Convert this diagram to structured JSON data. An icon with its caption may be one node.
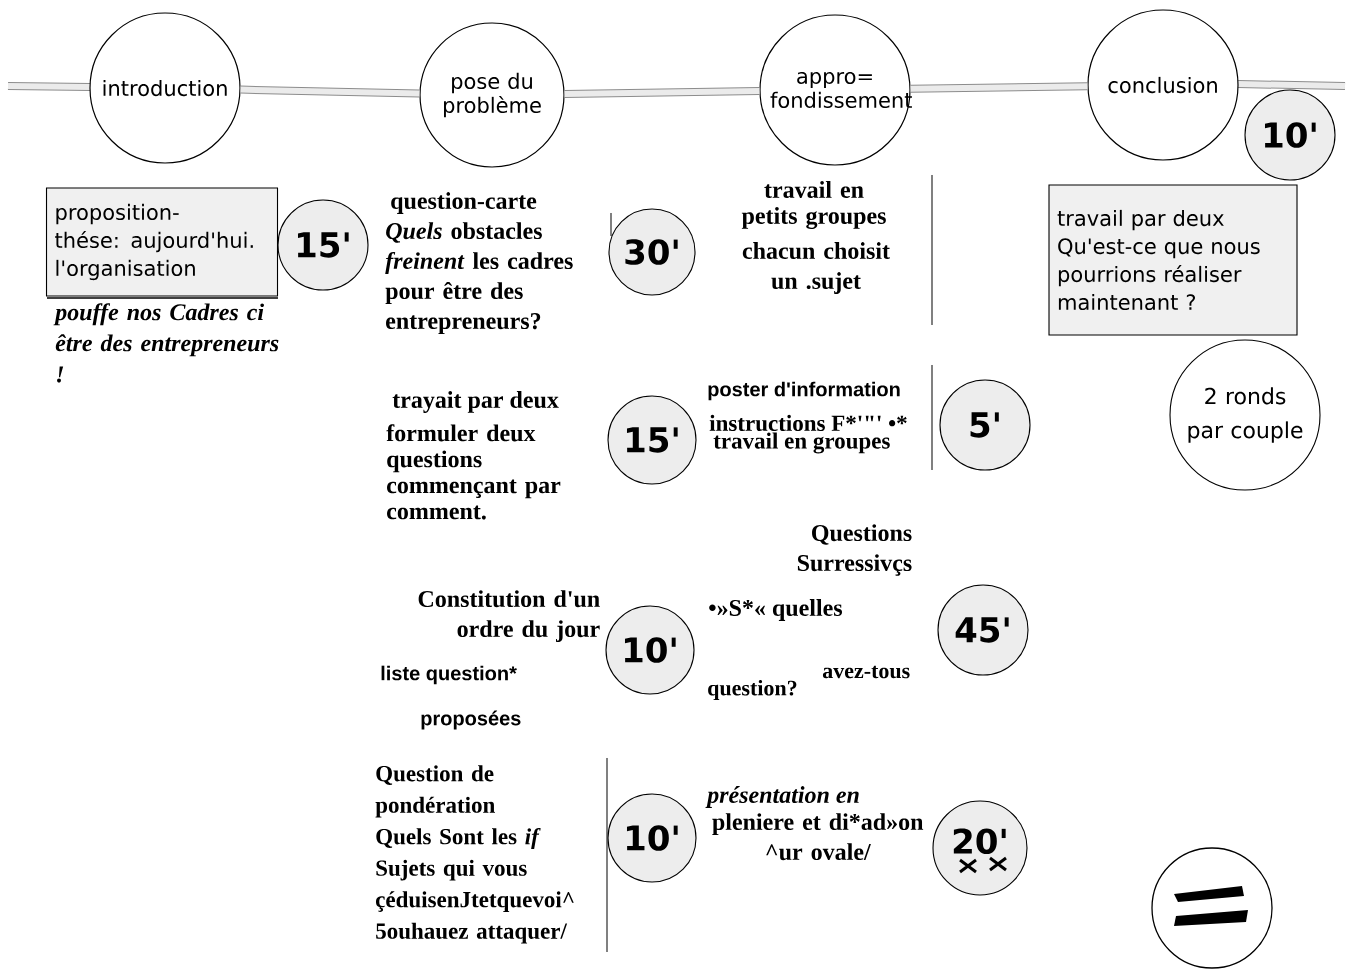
{
  "diagram": {
    "nodes": [
      {
        "text": [
          "introduction"
        ]
      },
      {
        "text": [
          "pose du problème"
        ]
      },
      {
        "text": [
          "appro= fondissement"
        ]
      },
      {
        "text": [
          "conclusion"
        ]
      },
      {
        "text": [
          "10'"
        ]
      },
      {
        "text": [
          "proposition-thése: aujourd'hui. l'organisation"
        ]
      },
      {
        "text": [
          "15'"
        ]
      },
      {
        "text": [
          "30'"
        ]
      },
      {
        "text": [
          "15'"
        ]
      },
      {
        "text": [
          "10'"
        ]
      },
      {
        "text": [
          "10'"
        ]
      },
      {
        "text": [
          "5'"
        ]
      },
      {
        "text": [
          "45'"
        ]
      },
      {
        "text": [
          "20'"
        ]
      },
      {
        "text": [
          "travail par deux Qu'est-ce que nous pourrions réaliser maintenant ?"
        ]
      },
      {
        "text": [
          "2 ronds par couple"
        ]
      },
      {
        "text": [],
        "shape": "circle"
      }
    ],
    "edges": [
      {
        "from": 0,
        "to": 1,
        "arrow": "none"
      },
      {
        "from": 1,
        "to": 2,
        "arrow": "none"
      },
      {
        "from": 2,
        "to": 3,
        "arrow": "none"
      }
    ],
    "labels": [
      "pouffe nos Cadres ci être des entrepreneurs !",
      "question-carte",
      "*Quels* obstacles *freinent* les cadres pour être des entrepreneurs?",
      "trayait par deux",
      "formuler deux questions commençant par comment.",
      "Constitution d'un ordre du jour",
      "liste question*",
      "proposées",
      "Question de pondération Quels Sont les *if* Sujets qui vous çéduisenJtetquevoi^ 5ouhauez attaquer/",
      "travail en petits groupes",
      "chacun choisit un .sujet",
      "poster d'information",
      "instructions F*'\"' •*",
      "travail en groupes",
      "Questions Surressivçs",
      "•»S*« quelles",
      "avez-tous",
      "question?",
      "présentation en",
      "pleniere et di*ad»on ^ur ovale/"
    ]
  }
}
